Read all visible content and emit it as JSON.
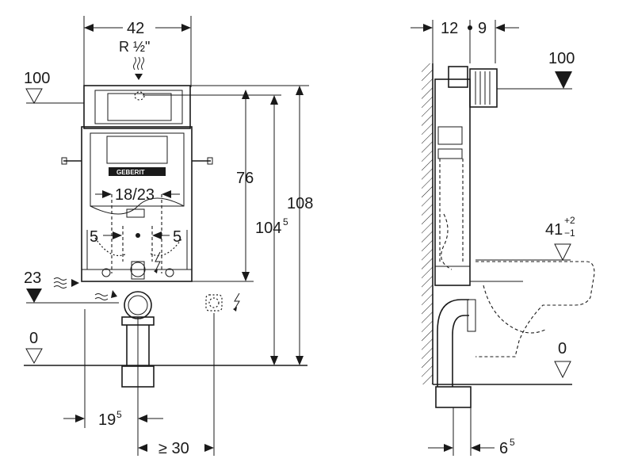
{
  "front_view": {
    "top_width": "42",
    "water_connection": "R ½\"",
    "level_top": "100",
    "height_1": "76",
    "height_2_main": "104",
    "height_2_sup": "5",
    "height_3": "108",
    "spacing_center": "18/23",
    "offset_left": "5",
    "offset_right": "5",
    "level_bottom": "23",
    "level_floor": "0",
    "offset_drain_main": "19",
    "offset_drain_sup": "5",
    "offset_min": "≥ 30",
    "brand": "GEBERIT"
  },
  "side_view": {
    "depth_left": "12",
    "depth_right": "9",
    "level_top": "100",
    "level_seat_main": "41",
    "tolerance_plus": "+2",
    "tolerance_minus": "−1",
    "level_floor": "0",
    "offset_bottom_main": "6",
    "offset_bottom_sup": "5"
  },
  "icons": [
    "electric-bolt-icon",
    "water-wave-icon",
    "level-triangle-icon"
  ]
}
